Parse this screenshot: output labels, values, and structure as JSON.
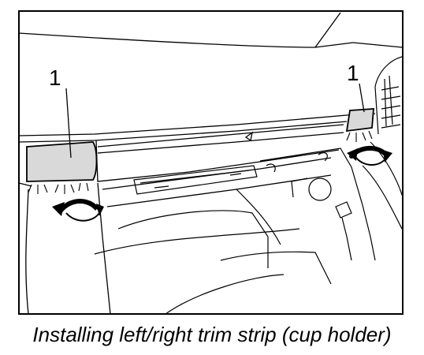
{
  "diagram": {
    "callouts": [
      {
        "label": "1"
      },
      {
        "label": "1"
      }
    ],
    "caption": "Installing left/right trim strip (cup holder)",
    "colors": {
      "line": "#000000",
      "trim_strip_fill": "#d9d9d9",
      "background": "#ffffff"
    },
    "icons": [
      "rotation-arrow-icon",
      "clip-icon"
    ]
  }
}
